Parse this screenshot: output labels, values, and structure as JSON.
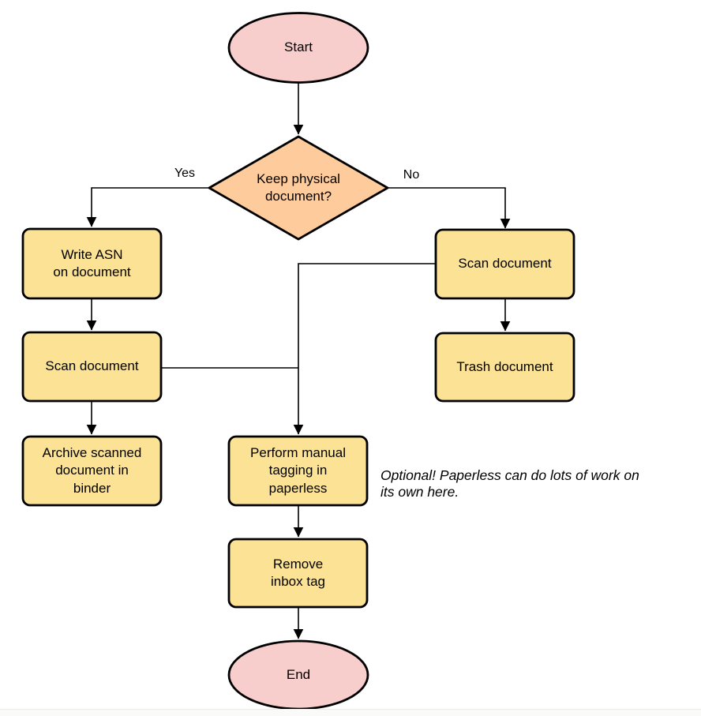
{
  "colors": {
    "background": "#ffffff",
    "terminal_fill": "#f8cecc",
    "decision_fill": "#fecb9c",
    "process_fill": "#fbe294",
    "shape_border": "#000000",
    "line": "#000000",
    "text": "#000000"
  },
  "flowchart": {
    "nodes": {
      "start": {
        "label": "Start",
        "type": "terminal"
      },
      "decision": {
        "label": "Keep physical\ndocument?",
        "type": "decision"
      },
      "write_asn": {
        "label": "Write ASN\non document",
        "type": "process"
      },
      "scan_left": {
        "label": "Scan document",
        "type": "process"
      },
      "archive": {
        "label": "Archive scanned\ndocument in\nbinder",
        "type": "process"
      },
      "scan_right": {
        "label": "Scan document",
        "type": "process"
      },
      "trash": {
        "label": "Trash document",
        "type": "process"
      },
      "tagging": {
        "label": "Perform manual\ntagging in\npaperless",
        "type": "process"
      },
      "remove_inbox": {
        "label": "Remove\ninbox tag",
        "type": "process"
      },
      "end": {
        "label": "End",
        "type": "terminal"
      }
    },
    "edge_labels": {
      "yes": "Yes",
      "no": "No"
    },
    "note": "Optional! Paperless can do lots of work on\nits own here."
  }
}
